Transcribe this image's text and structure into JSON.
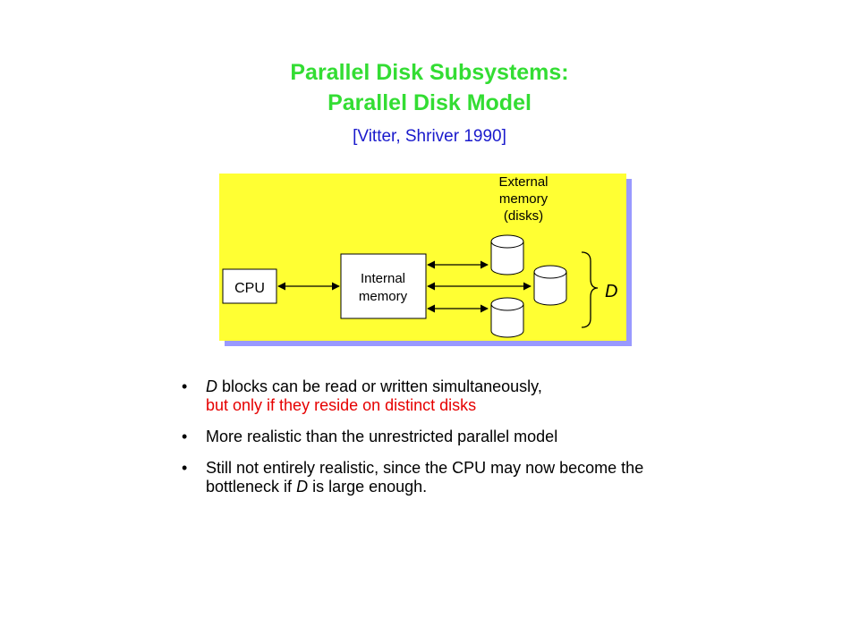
{
  "title": {
    "line1": "Parallel Disk Subsystems:",
    "line2": "Parallel Disk Model",
    "citation": "[Vitter, Shriver 1990]"
  },
  "diagram": {
    "cpu_label": "CPU",
    "internal_memory_line1": "Internal",
    "internal_memory_line2": "memory",
    "external_line1": "External",
    "external_line2": "memory",
    "external_line3": "(disks)",
    "disk_count_label": "D",
    "colors": {
      "background": "#ffff33",
      "shadow": "#9999ff"
    }
  },
  "bullets": [
    {
      "em": "D",
      "text": " blocks can be read or written simultaneously,",
      "red": "but only if they reside on distinct disks"
    },
    {
      "text": "More realistic than the unrestricted parallel model"
    },
    {
      "text": "Still not entirely realistic, since the CPU may now become the bottleneck if ",
      "em": "D",
      "text2": " is large enough."
    }
  ]
}
